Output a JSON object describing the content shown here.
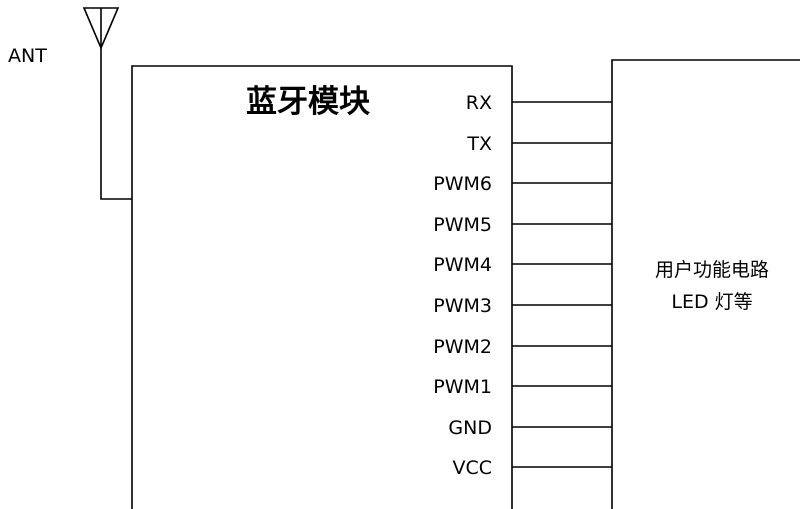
{
  "antenna": {
    "label": "ANT"
  },
  "module": {
    "title": "蓝牙模块",
    "pins": [
      "RX",
      "TX",
      "PWM6",
      "PWM5",
      "PWM4",
      "PWM3",
      "PWM2",
      "PWM1",
      "GND",
      "VCC"
    ]
  },
  "user_circuit": {
    "line1": "用户功能电路",
    "line2": "LED 灯等"
  }
}
